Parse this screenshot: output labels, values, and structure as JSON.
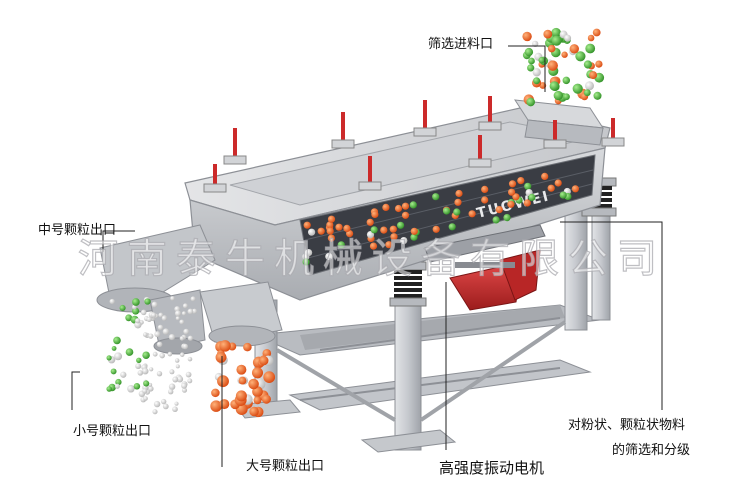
{
  "labels": {
    "feed_inlet": "筛选进料口",
    "medium_outlet": "中号颗粒出口",
    "small_outlet": "小号颗粒出口",
    "large_outlet": "大号颗粒出口",
    "motor": "高强度振动电机",
    "desc_line1": "对粉状、颗粒状物料",
    "desc_line2": "的筛选和分级"
  },
  "watermark": "河南泰牛机械设备有限公司",
  "logo": "TUOWEI",
  "colors": {
    "frame": "#c9ccd2",
    "body": "#b5b8bd",
    "motor": "#c62b2b",
    "orange": "#e8621d",
    "green": "#4bb33c",
    "spring": "#333333"
  }
}
